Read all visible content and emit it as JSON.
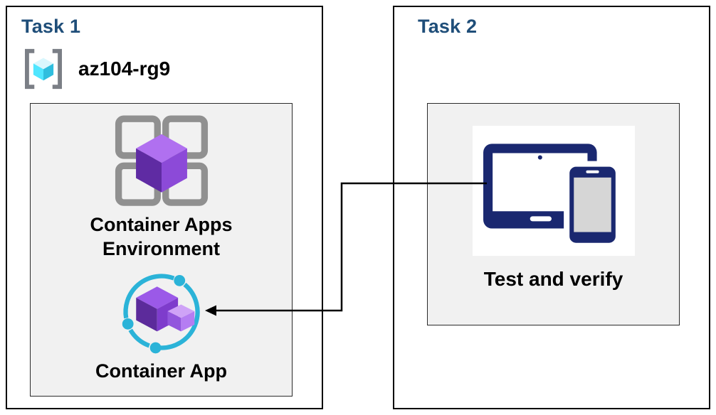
{
  "task1": {
    "title": "Task 1",
    "resource_group": "az104-rg9",
    "environment_label": "Container Apps Environment",
    "container_app_label": "Container App"
  },
  "task2": {
    "title": "Task 2",
    "test_label": "Test and verify"
  },
  "connector": {
    "from": "Test and verify",
    "to": "Container App"
  },
  "icons": {
    "resource_group": "azure-resource-group-cube-in-brackets",
    "environment": "container-apps-environment-grid-with-purple-cube",
    "container_app": "container-app-purple-cubes-with-teal-ring",
    "devices": "tablet-and-phone"
  },
  "colors": {
    "heading": "#1F4E79",
    "panel_bg": "#f1f1f1",
    "border": "#000000",
    "purple_dark": "#5C2B9B",
    "purple_mid": "#8C4AD8",
    "purple_light": "#B070F0",
    "teal": "#2BB3D8",
    "cyan": "#50E6FF",
    "navy_device": "#1A2870",
    "frame_gray": "#909090"
  }
}
